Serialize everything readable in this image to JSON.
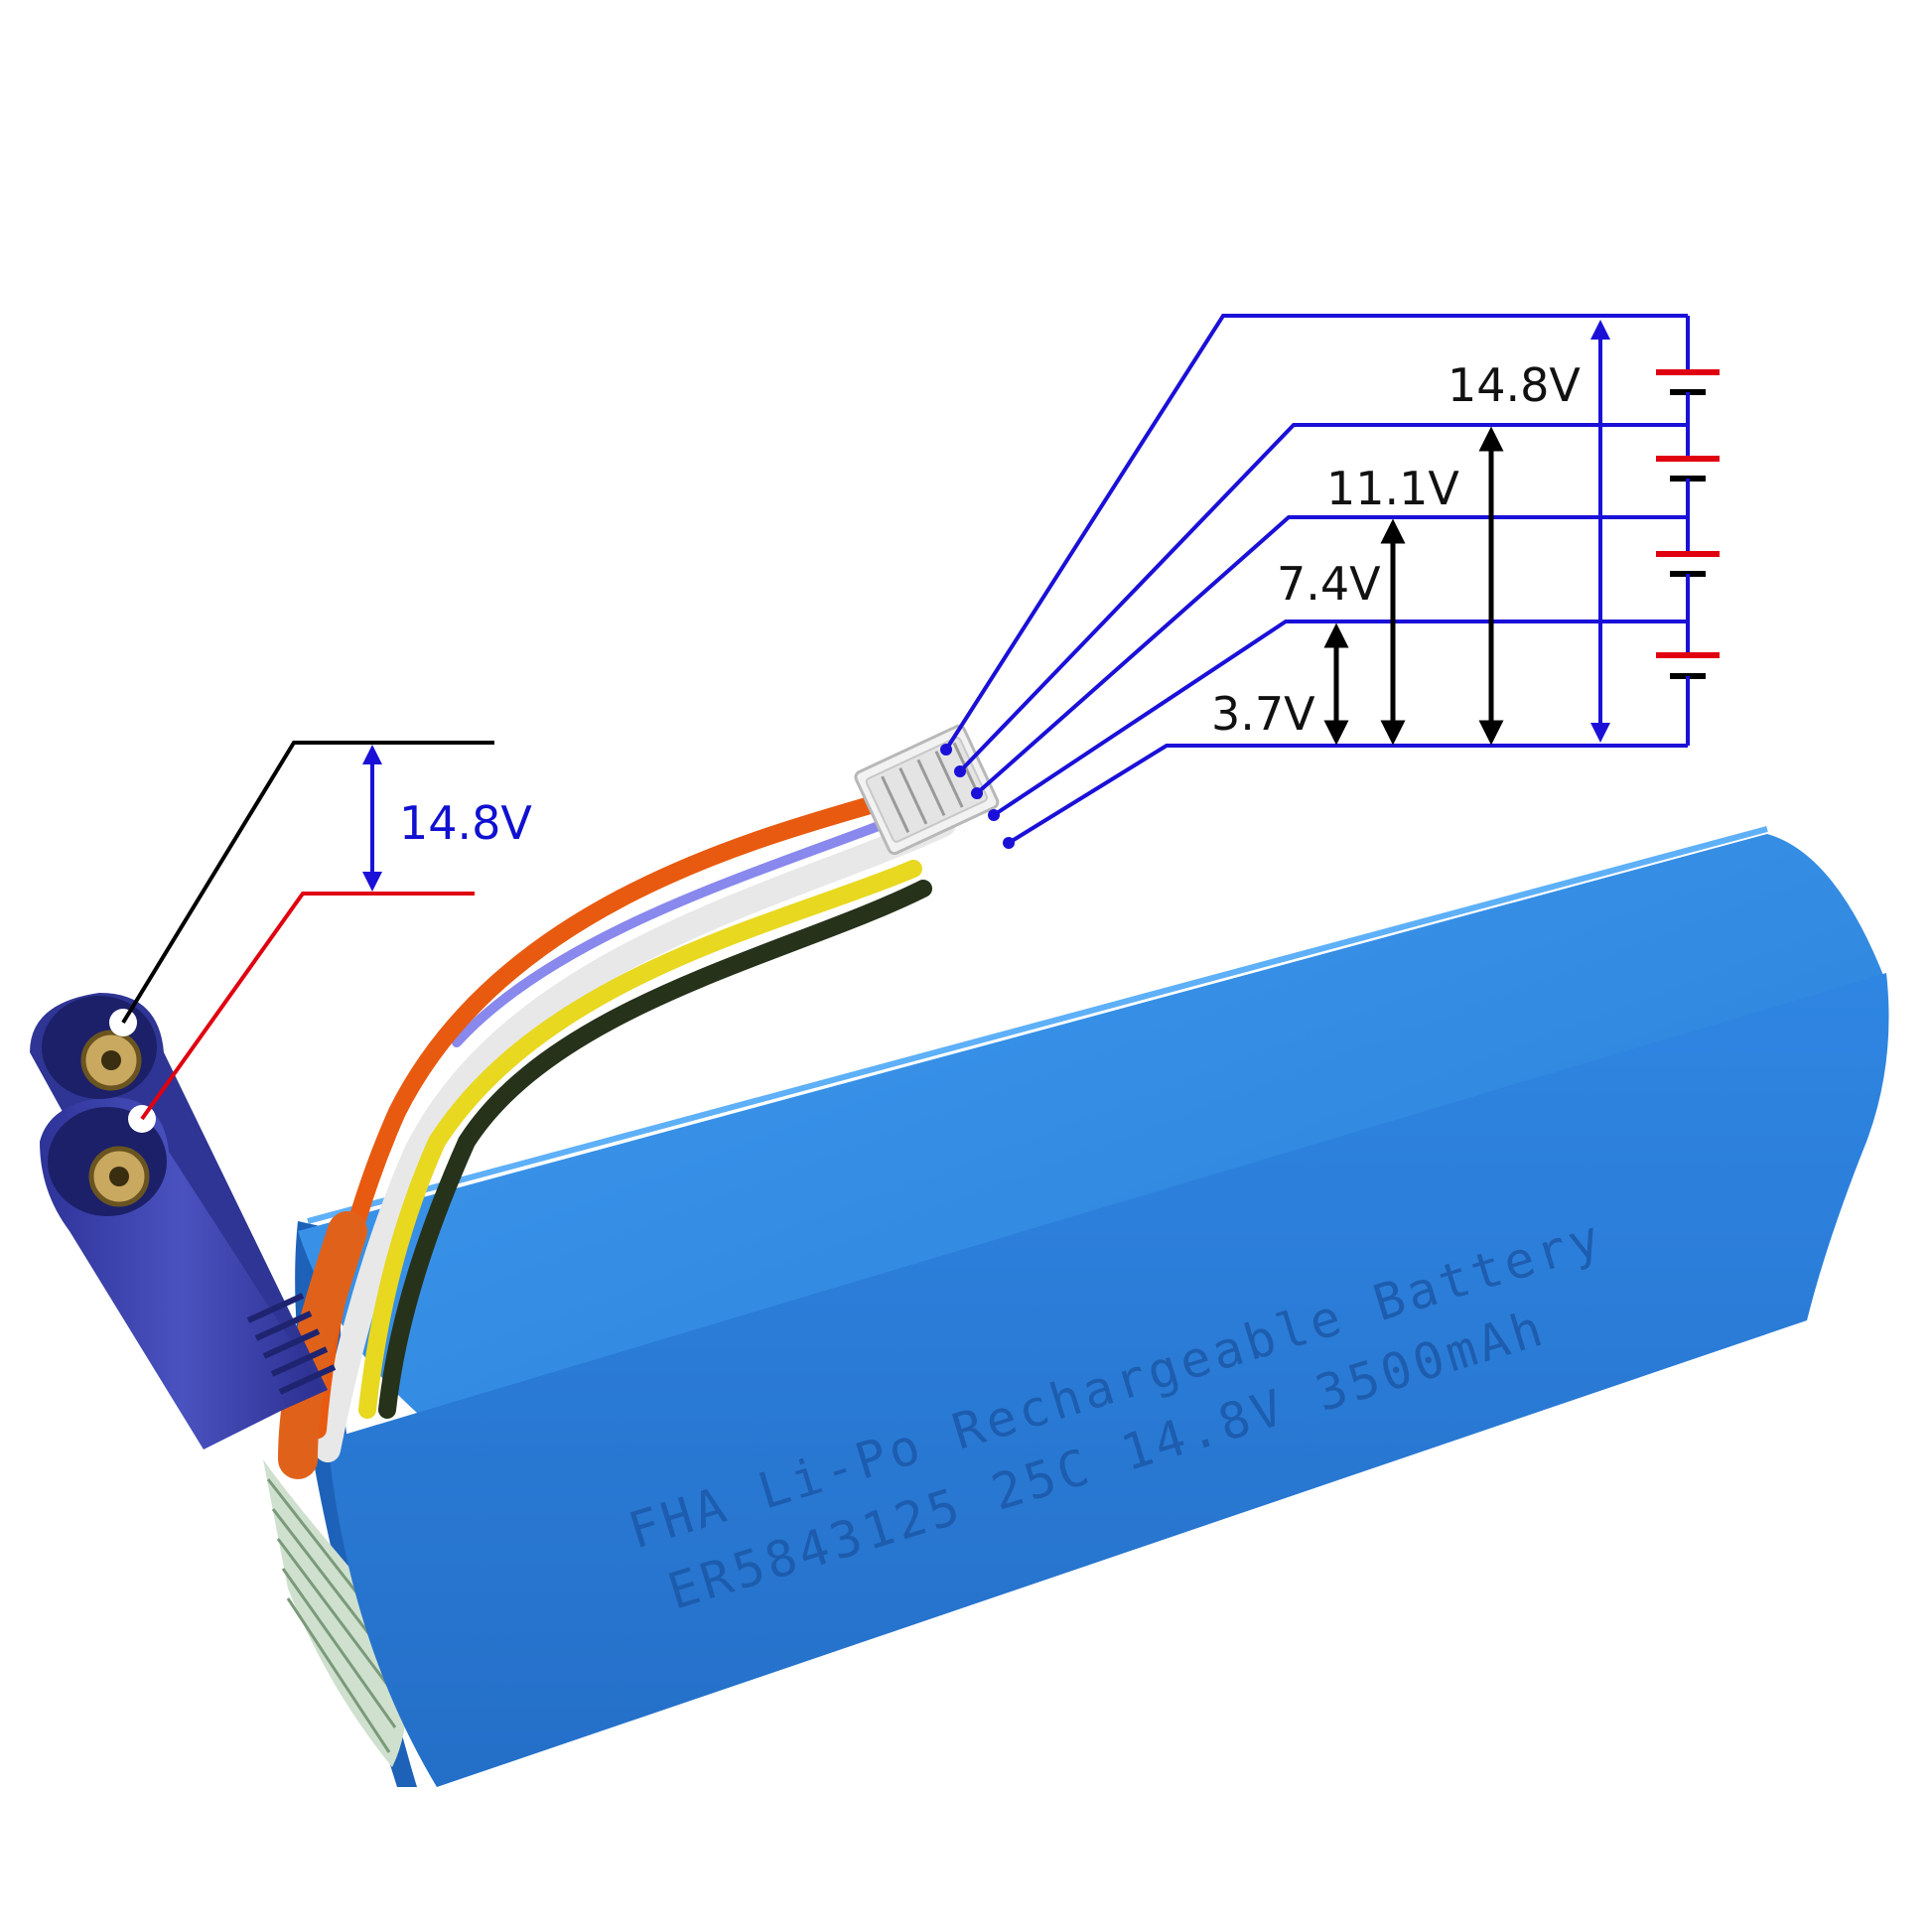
{
  "main_pack": {
    "label": "14.8V",
    "label_color": "#1010d0"
  },
  "balance_labels": {
    "v148": "14.8V",
    "v111": "11.1V",
    "v74": "7.4V",
    "v37": "3.7V"
  },
  "battery_print": {
    "line1": "FHA Li-Po Rechargeable Battery",
    "line2": "ER5843125 25C 14.8V 3500mAh"
  },
  "colors": {
    "wire_blue": "#1a10d8",
    "wire_black": "#000000",
    "wire_red": "#e00010",
    "battery_body": "#2e86e0",
    "connector": "#3a40a8",
    "lead_orange": "#e85a10",
    "lead_yellow": "#e8d820",
    "lead_dark": "#26321a",
    "lead_white": "#f4f4f4"
  }
}
